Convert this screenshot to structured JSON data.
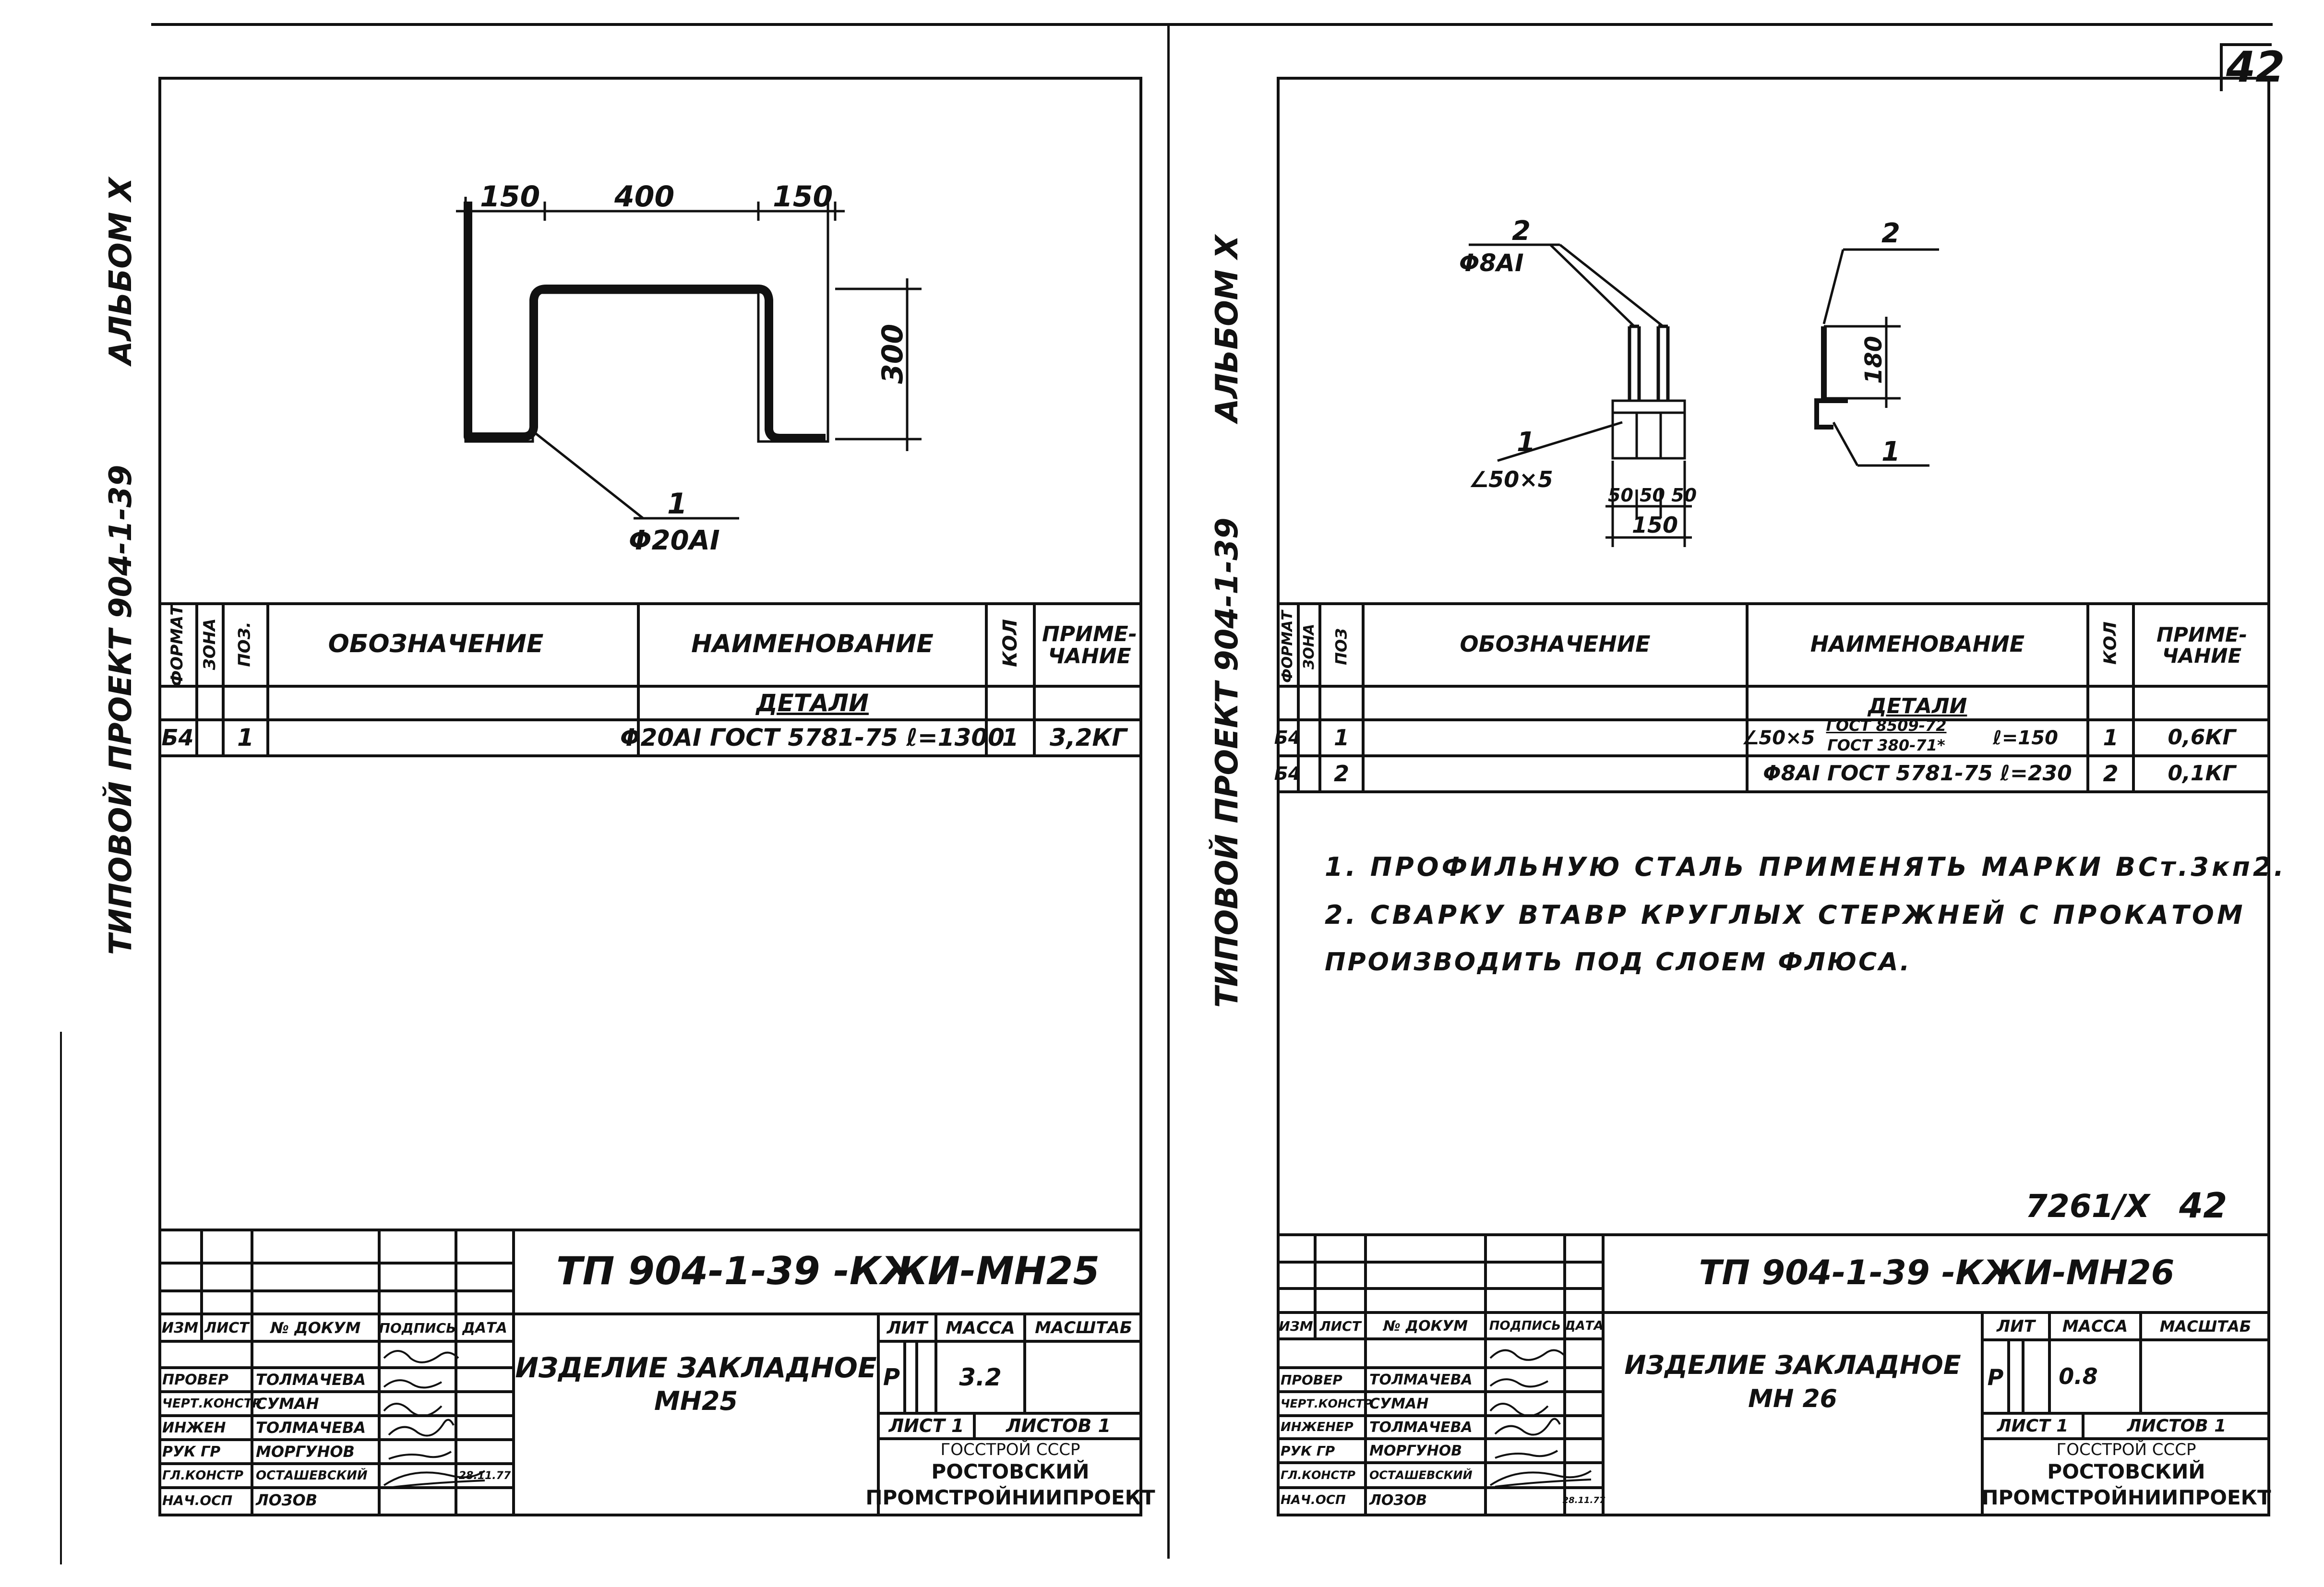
{
  "page_number": "42",
  "left": {
    "side_label_1": "ТИПОВОЙ ПРОЕКТ 904-1-39",
    "side_label_2": "АЛЬБОМ X",
    "drawing": {
      "dim_left": "150",
      "dim_middle": "400",
      "dim_right": "150",
      "dim_height": "300",
      "leader_pos": "1",
      "leader_mark": "Φ20AI"
    },
    "spec": {
      "headers": {
        "format": "ФОРМАТ",
        "zone": "ЗОНА",
        "pos": "ПОЗ.",
        "designation": "ОБОЗНАЧЕНИЕ",
        "name": "НАИМЕНОВАНИЕ",
        "qty": "КОЛ",
        "note": "ПРИМЕ-ЧАНИЕ"
      },
      "section": "ДЕТАЛИ",
      "rows": [
        {
          "format": "Б4",
          "pos": "1",
          "name": "Φ20AI ГОСТ 5781-75 ℓ=1300",
          "qty": "1",
          "note": "3,2КГ"
        }
      ]
    },
    "stamp": {
      "code": "ТП 904-1-39 -КЖИ-МН25",
      "headers": {
        "izm": "ИЗМ",
        "list": "ЛИСТ",
        "doc": "№ ДОКУМ",
        "sign": "ПОДПИСЬ",
        "date": "ДАТА"
      },
      "people": [
        {
          "role": "ПРОВЕР",
          "name": "ТОЛМАЧЕВА"
        },
        {
          "role": "ЧЕРТ.КОНСТР",
          "name": "СУМАН"
        },
        {
          "role": "ИНЖЕН",
          "name": "ТОЛМАЧЕВА"
        },
        {
          "role": "РУК ГР",
          "name": "МОРГУНОВ"
        },
        {
          "role": "ГЛ.КОНСТР",
          "name": "ОСТАШЕВСКИЙ"
        },
        {
          "role": "НАЧ.ОСП",
          "name": "ЛОЗОВ"
        }
      ],
      "date_value": "28.11.77",
      "title_line1": "ИЗДЕЛИЕ ЗАКЛАДНОЕ",
      "title_line2": "МН25",
      "lit_header": "ЛИТ",
      "mass_header": "МАССА",
      "scale_header": "МАСШТАБ",
      "lit_value": "Р",
      "mass_value": "3.2",
      "sheet": "ЛИСТ 1",
      "sheets": "ЛИСТОВ 1",
      "org1": "ГОССТРОЙ СССР",
      "org2": "РОСТОВСКИЙ",
      "org3": "ПРОМСТРОЙНИИПРОЕКТ"
    }
  },
  "right": {
    "side_label_1": "ТИПОВОЙ ПРОЕКТ 904-1-39",
    "side_label_2": "АЛЬБОМ X",
    "drawing": {
      "pos2_a": "2",
      "mark_a": "Φ8AI",
      "pos1_a": "1",
      "angle": "∠50×5",
      "dims_small": "50 50 50",
      "dim_150": "150",
      "pos2_b": "2",
      "dim_180": "180",
      "pos1_b": "1"
    },
    "spec": {
      "headers": {
        "format": "ФОРМАТ",
        "zone": "ЗОНА",
        "pos": "ПОЗ",
        "designation": "ОБОЗНАЧЕНИЕ",
        "name": "НАИМЕНОВАНИЕ",
        "qty": "КОЛ",
        "note": "ПРИМЕ-ЧАНИЕ"
      },
      "section": "ДЕТАЛИ",
      "rows": [
        {
          "format": "Б4",
          "pos": "1",
          "name_prefix": "∠50×5",
          "name_top": "ГОСТ 8509-72",
          "name_bottom": "ГОСТ 380-71*",
          "name_suffix": "ℓ=150",
          "qty": "1",
          "note": "0,6КГ"
        },
        {
          "format": "Б4",
          "pos": "2",
          "name": "Φ8AI ГОСТ 5781-75 ℓ=230",
          "qty": "2",
          "note": "0,1КГ"
        }
      ]
    },
    "notes": [
      "1. ПРОФИЛЬНУЮ СТАЛЬ ПРИМЕНЯТЬ МАРКИ ВСт.3кп2.",
      "2. СВАРКУ ВТАВР КРУГЛЫХ СТЕРЖНЕЙ С ПРОКАТОМ",
      "ПРОИЗВОДИТЬ ПОД СЛОЕМ ФЛЮСА."
    ],
    "album_ref": "7261/X",
    "album_page": "42",
    "stamp": {
      "code": "ТП 904-1-39 -КЖИ-МН26",
      "headers": {
        "izm": "ИЗМ",
        "list": "ЛИСТ",
        "doc": "№ ДОКУМ",
        "sign": "ПОДПИСЬ",
        "date": "ДАТА"
      },
      "people": [
        {
          "role": "ПРОВЕР",
          "name": "ТОЛМАЧЕВА"
        },
        {
          "role": "ЧЕРТ.КОНСТР",
          "name": "СУМАН"
        },
        {
          "role": "ИНЖЕНЕР",
          "name": "ТОЛМАЧЕВА"
        },
        {
          "role": "РУК ГР",
          "name": "МОРГУНОВ"
        },
        {
          "role": "ГЛ.КОНСТР",
          "name": "ОСТАШЕВСКИЙ"
        },
        {
          "role": "НАЧ.ОСП",
          "name": "ЛОЗОВ"
        }
      ],
      "date_value": "28.11.77",
      "title_line1": "ИЗДЕЛИЕ ЗАКЛАДНОЕ",
      "title_line2": "МН 26",
      "lit_header": "ЛИТ",
      "mass_header": "МАССА",
      "scale_header": "МАСШТАБ",
      "lit_value": "Р",
      "mass_value": "0.8",
      "sheet": "ЛИСТ 1",
      "sheets": "ЛИСТОВ 1",
      "org1": "ГОССТРОЙ СССР",
      "org2": "РОСТОВСКИЙ",
      "org3": "ПРОМСТРОЙНИИПРОЕКТ"
    }
  }
}
